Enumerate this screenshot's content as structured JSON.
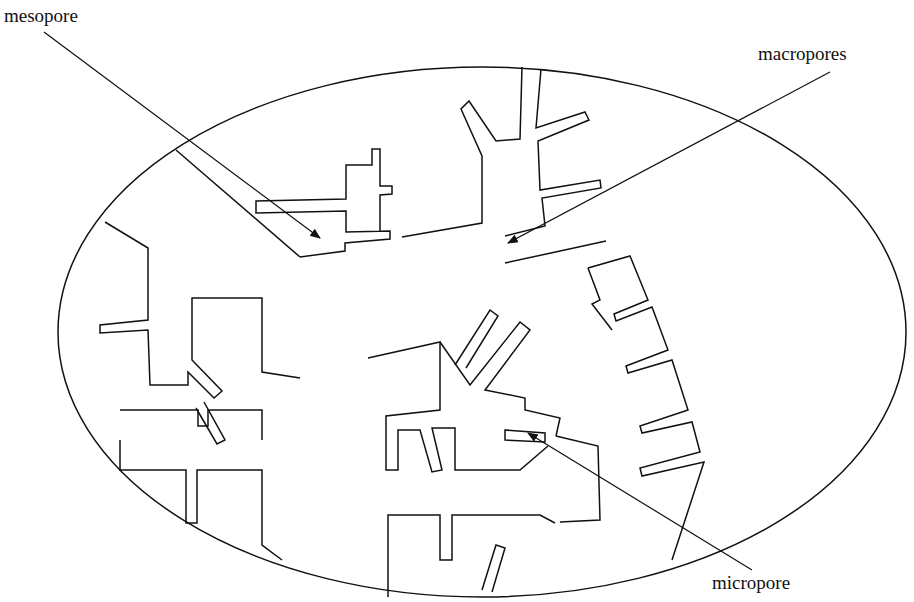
{
  "diagram": {
    "labels": [
      "mesopore",
      "macropores",
      "micropore"
    ]
  }
}
